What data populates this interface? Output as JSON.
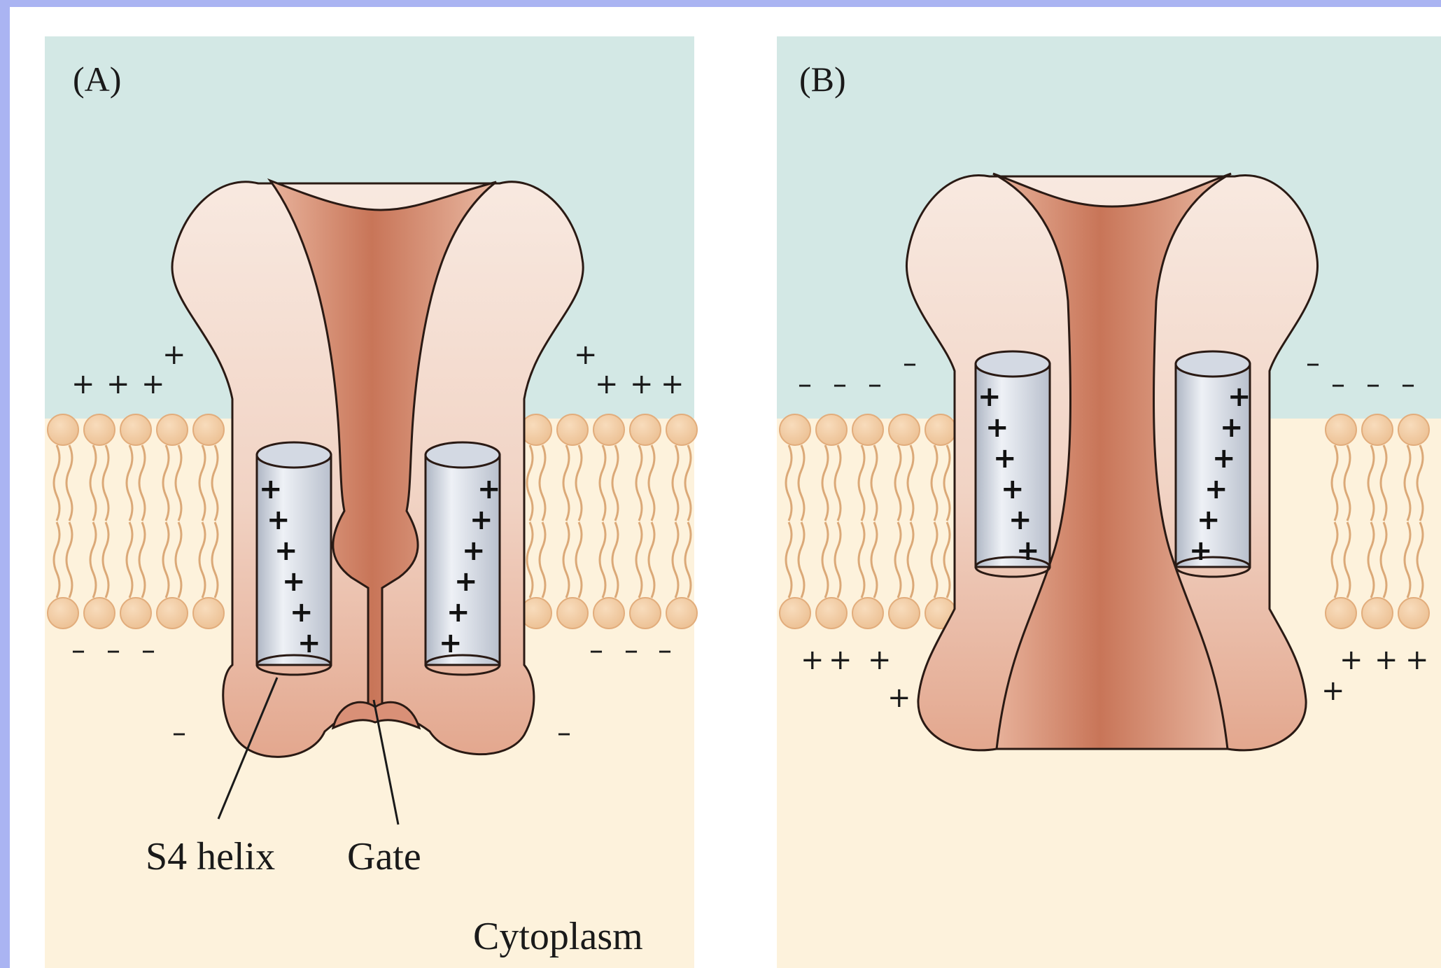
{
  "panels": {
    "a": {
      "label": "(A)",
      "s4_label": "S4 helix",
      "gate_label": "Gate",
      "region_label": "Cytoplasm",
      "outside_charges": [
        "+",
        "+",
        "+",
        "+"
      ],
      "inside_charges": [
        "–",
        "–",
        "–"
      ],
      "protein_charges": [
        "–"
      ],
      "helix_charges": [
        "+",
        "+",
        "+",
        "+",
        "+",
        "+"
      ]
    },
    "b": {
      "label": "(B)",
      "outside_charges": [
        "–",
        "–",
        "–",
        "–"
      ],
      "inside_charges": [
        "+",
        "+",
        "+",
        "+"
      ],
      "helix_charges": [
        "+",
        "+",
        "+",
        "+",
        "+",
        "+"
      ]
    }
  },
  "colors": {
    "outer_background": "#aab4f2",
    "extracellular": "#d3e8e5",
    "cytoplasm": "#fdf2dc",
    "protein_light": "#f6e4da",
    "protein_dark": "#cf7e62",
    "lipid_head": "#f0c89c",
    "lipid_tail": "#dba978",
    "helix": "#cfd6e0"
  }
}
